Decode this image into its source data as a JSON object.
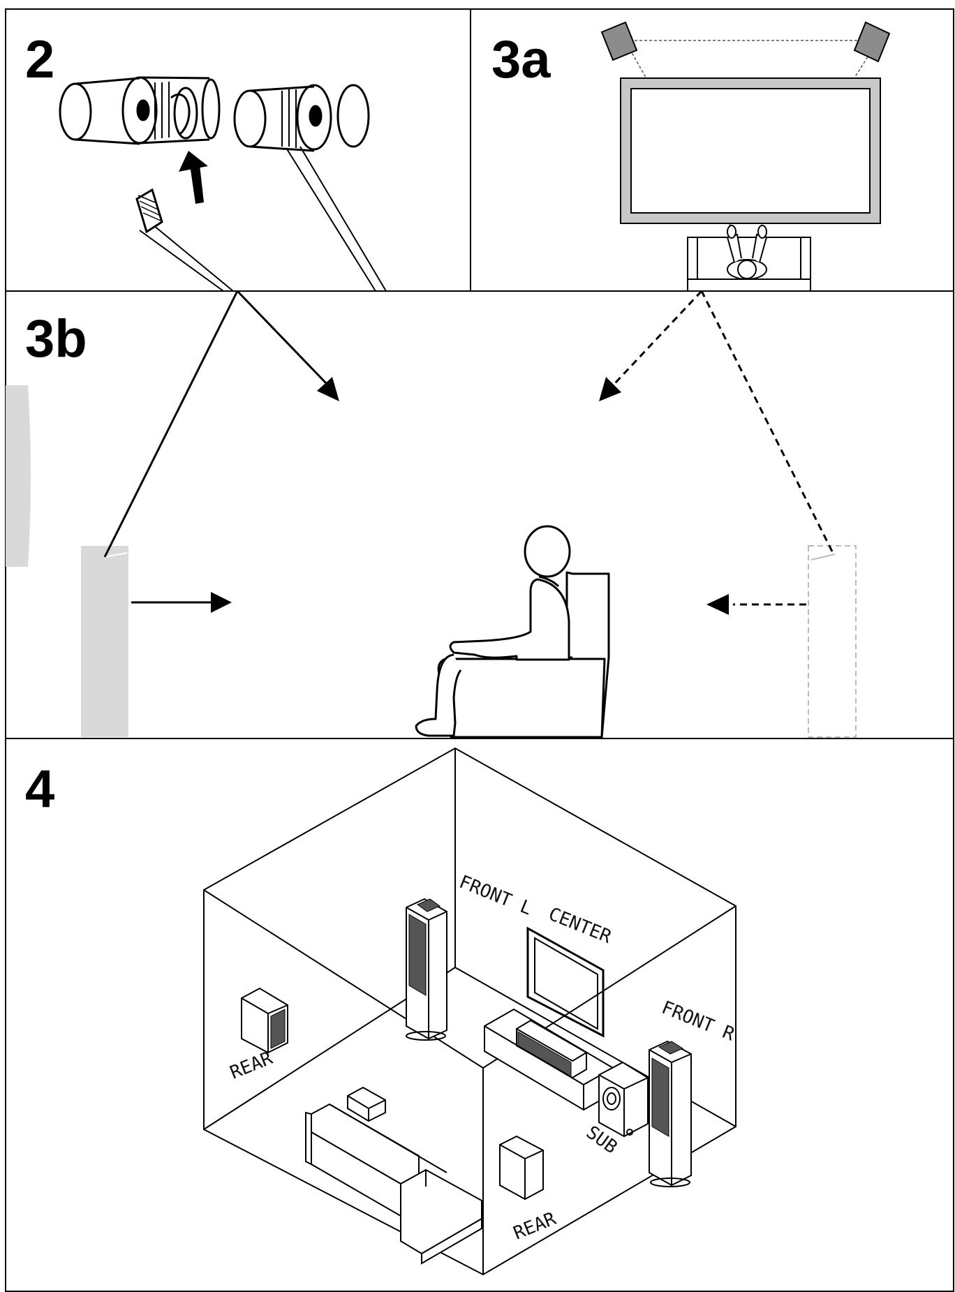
{
  "panels": {
    "p2": {
      "label": "2"
    },
    "p3a": {
      "label": "3a"
    },
    "p3b": {
      "label": "3b"
    },
    "p4": {
      "label": "4"
    }
  },
  "room_labels": {
    "front_l": "FRONT L",
    "center": "CENTER",
    "front_r": "FRONT R",
    "rear_left": "REAR",
    "rear_front": "REAR",
    "sub": "SUB"
  },
  "colors": {
    "line": "#000000",
    "speaker_gray": "#d9d9d9",
    "dark_gray": "#8c8c8c",
    "tv_frame": "#c8c8c8"
  }
}
